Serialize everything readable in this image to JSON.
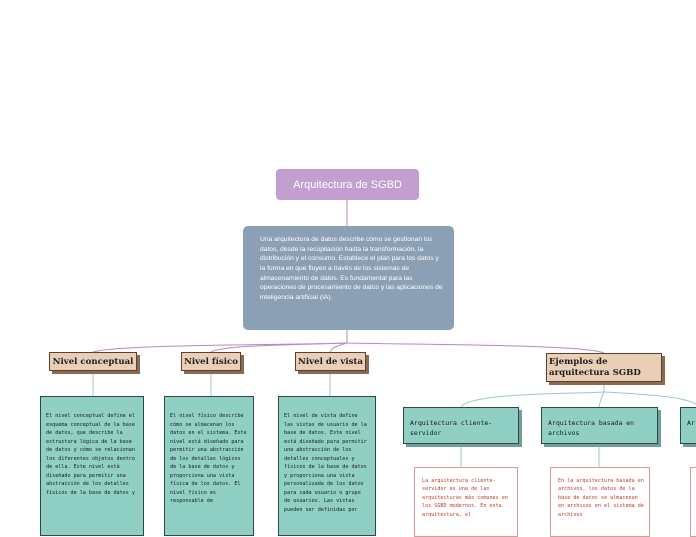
{
  "root": {
    "title": "Arquitectura de SGBD"
  },
  "description": "Una arquitectura de datos describe cómo se gestionan los datos, desde la recopilación hasta la transformación, la distribución y el consumo. Establece el plan para los datos y la forma en que fluyen a través de los sistemas de almacenamiento de datos. Es fundamental para las operaciones de procesamiento de datos y las aplicaciones de inteligencia artificial (IA).",
  "levels": [
    {
      "title": "Nivel conceptual",
      "text": "El nivel conceptual define el esquema conceptual de la base de datos, que describe la estructura lógica de la base de datos y cómo se relacionan los diferentes objetos dentro de ella. Este nivel está diseñado para permitir una abstracción de los detalles físicos de la base de datos y"
    },
    {
      "title": "Nivel físico",
      "text": "El nivel físico describe cómo se almacenan los datos en el sistema. Este nivel está diseñado para permitir una abstracción de los detalles lógicos de la base de datos y proporciona una vista física de los datos. El nivel físico es responsable de"
    },
    {
      "title": "Nivel de vista",
      "text": "El nivel de vista define las vistas de usuario de la base de datos. Este nivel está diseñado para permitir una abstracción de los detalles conceptuales y físicos de la base de datos y proporciona una vista personalizada de los datos para cada usuario o grupo de usuarios. Las vistas pueden ser definidas por"
    }
  ],
  "examples": {
    "title": "Ejemplos de arquitectura SGBD",
    "items": [
      {
        "title": "Arquitectura cliente-servidor",
        "text": "La arquitectura cliente-servidor es una de las arquitecturas más comunes en los SGBD modernos. En esta arquitectura, el"
      },
      {
        "title": "Arquitectura basada en archivos",
        "text": "En la arquitectura basada en archivos, los datos de la base de datos se almacenan en archivos en el sistema de archivos"
      },
      {
        "title": "Ar mú",
        "text": ""
      }
    ]
  },
  "colors": {
    "root": "#c39fd0",
    "description": "#8b9fb5",
    "level_header": "#e9cfb5",
    "level_body": "#8fcfc4",
    "connector": "#b58ac4",
    "example_text": "#c0392b"
  }
}
